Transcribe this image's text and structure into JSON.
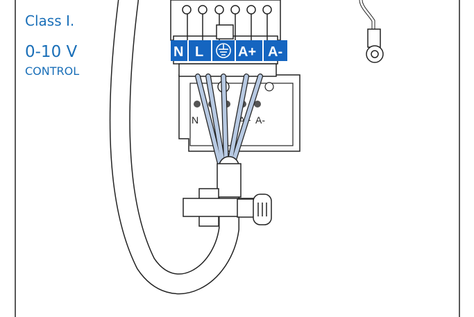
{
  "labels": {
    "class": "Class I.",
    "voltage": "0-10 V",
    "control": "CONTROL"
  },
  "terminals": [
    {
      "label": "N"
    },
    {
      "label": "L"
    },
    {
      "label": "",
      "icon": "ground-icon"
    },
    {
      "label": "A+"
    },
    {
      "label": "A-"
    }
  ],
  "board_labels": [
    "N",
    "L",
    "A+",
    "A-"
  ],
  "colors": {
    "accent_blue": "#1a6fb8",
    "terminal_blue": "#1565c0",
    "wire_blue": "#b7c9e2",
    "outline": "#222222"
  }
}
